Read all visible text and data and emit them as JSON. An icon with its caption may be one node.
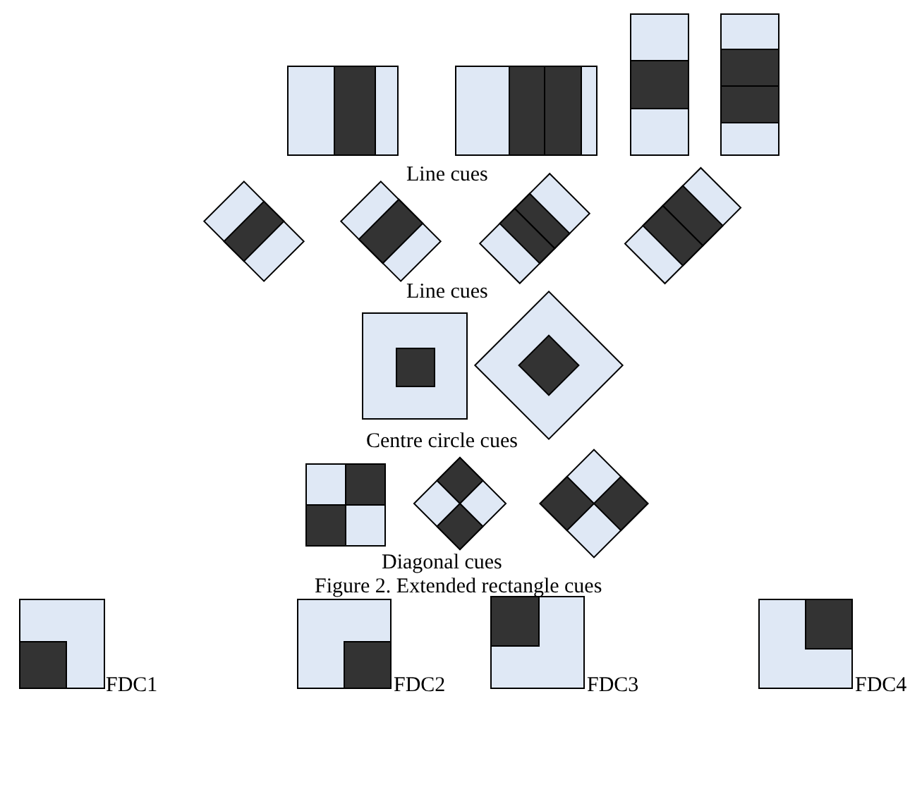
{
  "diagram": {
    "caption": "Figure 2. Extended rectangle cues",
    "labels": [
      "Line cues",
      "Line cues",
      "Centre circle cues",
      "Diagonal cues",
      "FDC1",
      "FDC2",
      "FDC3",
      "FDC4"
    ]
  }
}
